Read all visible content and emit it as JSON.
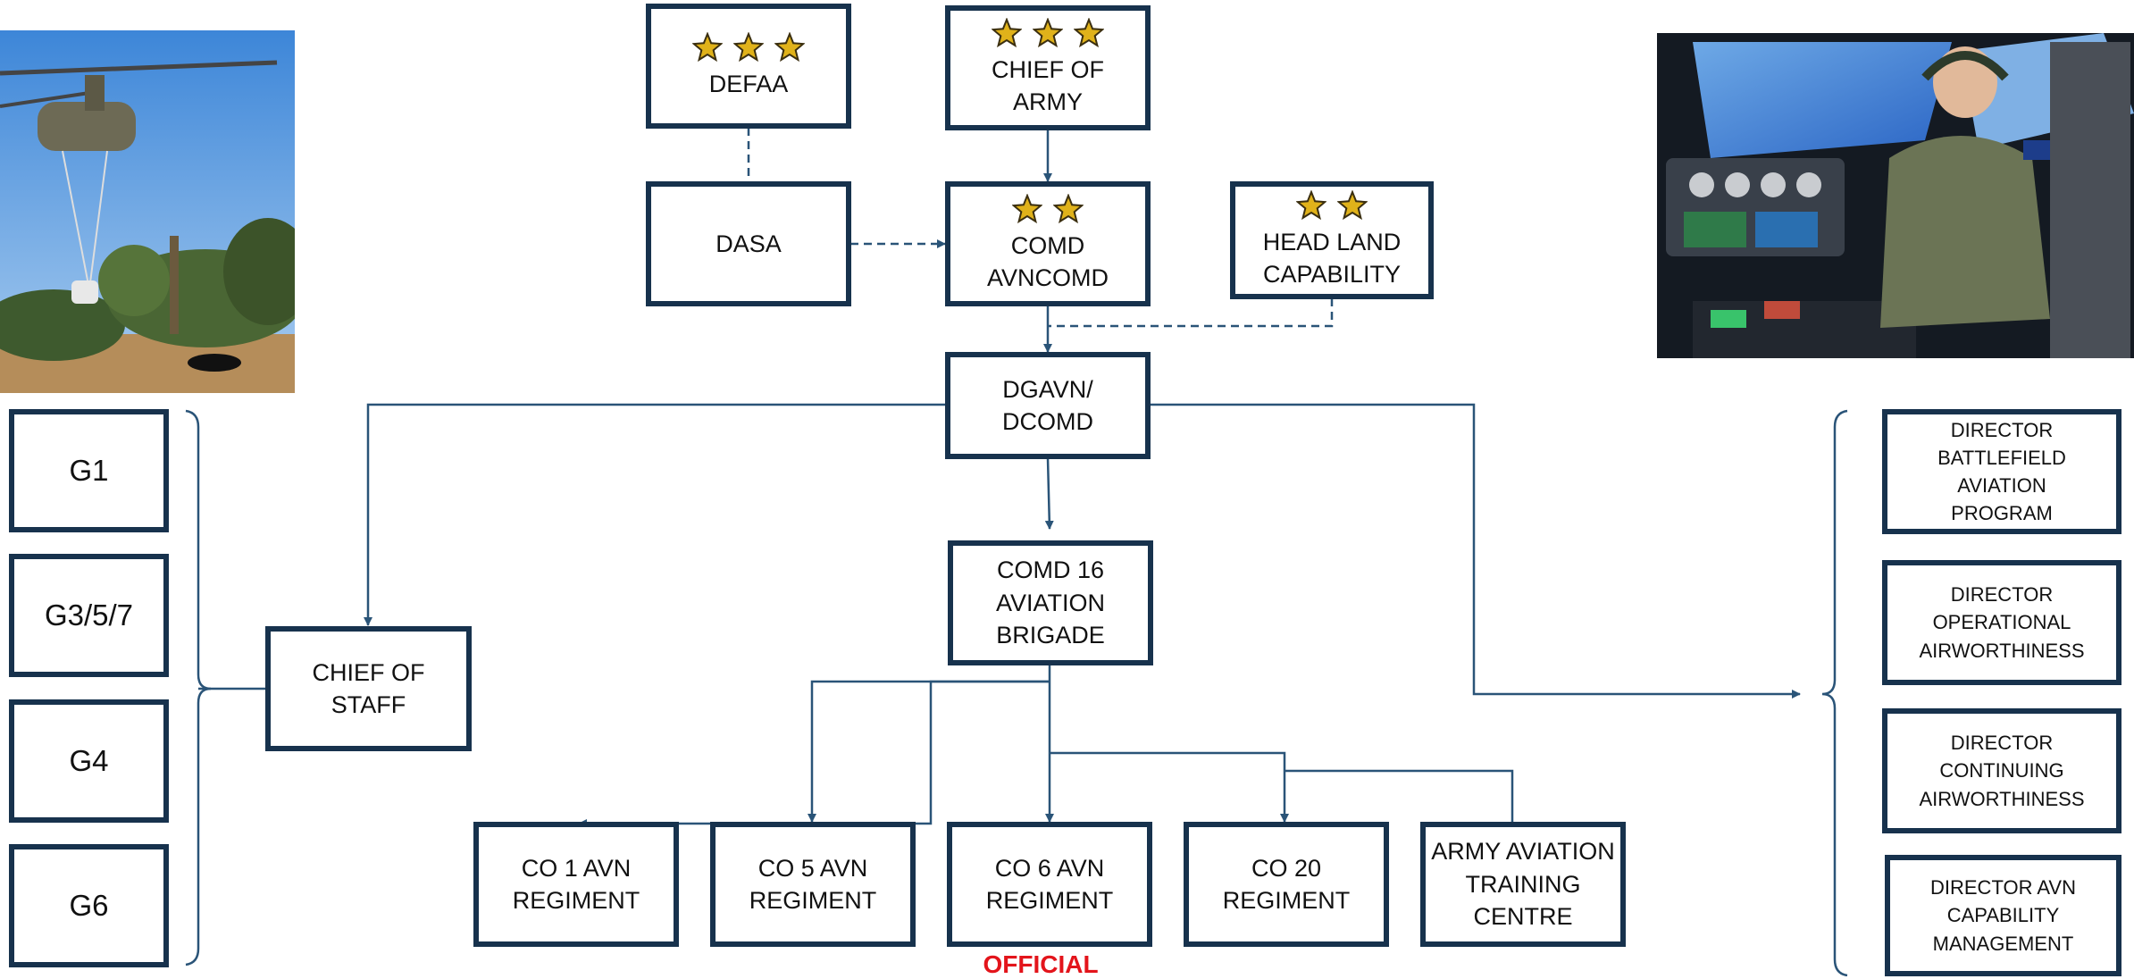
{
  "colors": {
    "box_border": "#17324d",
    "line": "#2a5478",
    "star_fill": "#e0b21a",
    "star_edge": "#3b2f10",
    "official": "#e3141b"
  },
  "top": {
    "defaa": {
      "label": "DEFAA",
      "stars": 3
    },
    "chief_of_army": {
      "label": "CHIEF OF\nARMY",
      "stars": 3
    },
    "dasa": {
      "label": "DASA"
    },
    "comd_avncomd": {
      "label": "COMD\nAVNCOMD",
      "stars": 2
    },
    "head_land_capability": {
      "label": "HEAD LAND\nCAPABILITY",
      "stars": 2
    },
    "dgavn_dcomd": {
      "label": "DGAVN/\nDCOMD"
    },
    "comd_16_avn_bde": {
      "label": "COMD 16\nAVIATION\nBRIGADE"
    },
    "chief_of_staff": {
      "label": "CHIEF OF\nSTAFF"
    }
  },
  "staff_branches": [
    "G1",
    "G3/5/7",
    "G4",
    "G6"
  ],
  "regiments": [
    "CO 1 AVN\nREGIMENT",
    "CO 5 AVN\nREGIMENT",
    "CO 6 AVN\nREGIMENT",
    "CO 20\nREGIMENT",
    "ARMY AVIATION\nTRAINING\nCENTRE"
  ],
  "directors": [
    "DIRECTOR\nBATTLEFIELD\nAVIATION\nPROGRAM",
    "DIRECTOR\nOPERATIONAL\nAIRWORTHINESS",
    "DIRECTOR\nCONTINUING\nAIRWORTHINESS",
    "DIRECTOR AVN\nCAPABILITY\nMANAGEMENT"
  ],
  "classification": "OFFICIAL",
  "photos": {
    "left": "helicopter-sling-load-photo",
    "right": "pilot-cockpit-photo"
  }
}
